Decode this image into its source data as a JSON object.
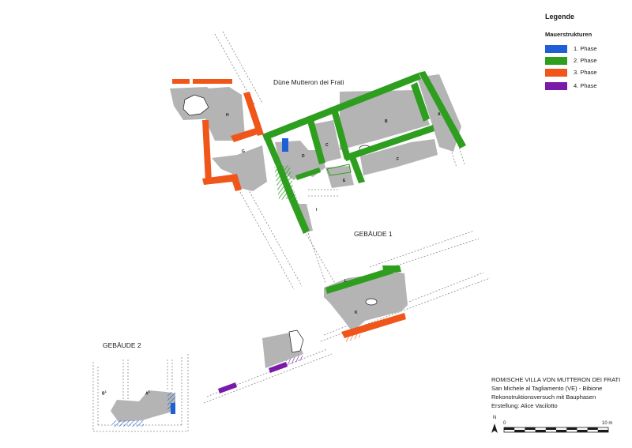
{
  "legend": {
    "title": "Legende",
    "subtitle": "Mauerstrukturen",
    "items": [
      {
        "label": "1. Phase",
        "color": "#1e5fd6"
      },
      {
        "label": "2. Phase",
        "color": "#2e9e1f"
      },
      {
        "label": "3. Phase",
        "color": "#f0561a"
      },
      {
        "label": "4. Phase",
        "color": "#7a1aa8"
      }
    ]
  },
  "labels": {
    "dune": "Düne Mutteron dei Frati",
    "building1": "GEBÄUDE 1",
    "building2": "GEBÄUDE 2"
  },
  "rooms": {
    "a": "A",
    "b": "B",
    "c": "C",
    "d": "D",
    "e": "E",
    "f": "F",
    "g": "G",
    "h": "H",
    "i": "I",
    "k": "K",
    "l": "L",
    "a1": "A",
    "b1": "B"
  },
  "info": {
    "line1": "ROMISCHE VILLA VON MUTTERON DEI FRATI",
    "line2": "San Michele al Tagliamento (VE) - Bibione",
    "line3": "Rekonstruktionsversuch mit Bauphasen",
    "line4": "Erstellung: Alice Vacilotto"
  },
  "scale": {
    "start": "0",
    "end": "10 m",
    "north": "N"
  },
  "colors": {
    "remains": "#b4b4b4",
    "dashed_line": "#8a8a8a"
  }
}
